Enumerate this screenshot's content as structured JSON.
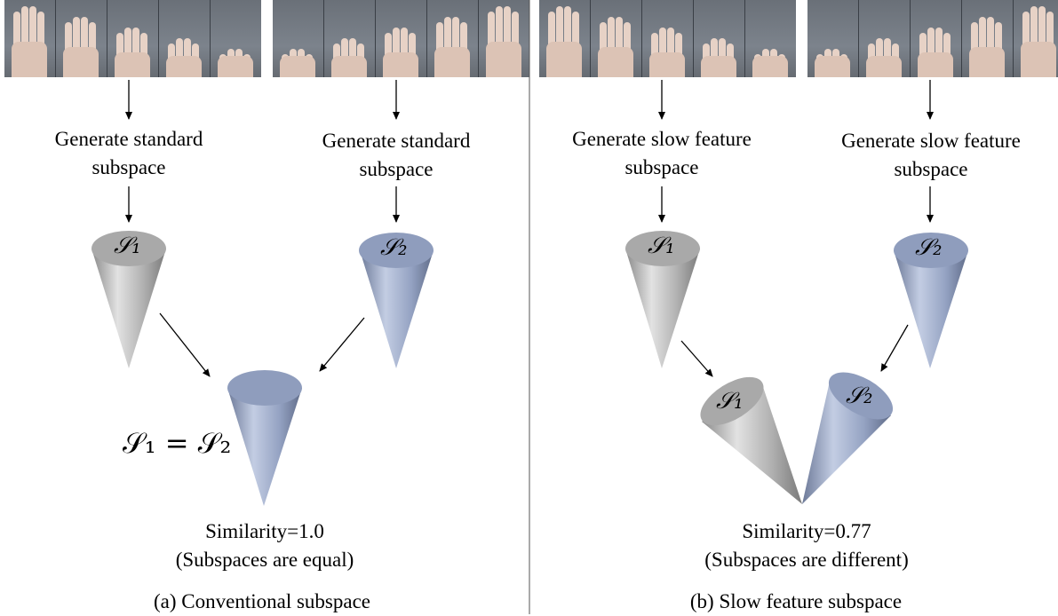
{
  "panels": [
    {
      "caption": "(a) Conventional subspace",
      "left_step": [
        "Generate standard",
        "subspace"
      ],
      "right_step": [
        "Generate standard",
        "subspace"
      ],
      "similarity": "Similarity=1.0",
      "similarity_note": "(Subspaces are equal)",
      "equation": "𝒮₁ = 𝒮₂"
    },
    {
      "caption": "(b) Slow feature subspace",
      "left_step": [
        "Generate slow feature",
        "subspace"
      ],
      "right_step": [
        "Generate slow feature",
        "subspace"
      ],
      "similarity": "Similarity=0.77",
      "similarity_note": "(Subspaces are different)"
    }
  ],
  "subspace_labels": {
    "s1": "𝒮₁",
    "s2": "𝒮₂"
  },
  "colors": {
    "gray_cone": "#b4b4b4",
    "blue_cone": "#8d9bba",
    "arrow": "#000000",
    "divider": "#555555"
  }
}
